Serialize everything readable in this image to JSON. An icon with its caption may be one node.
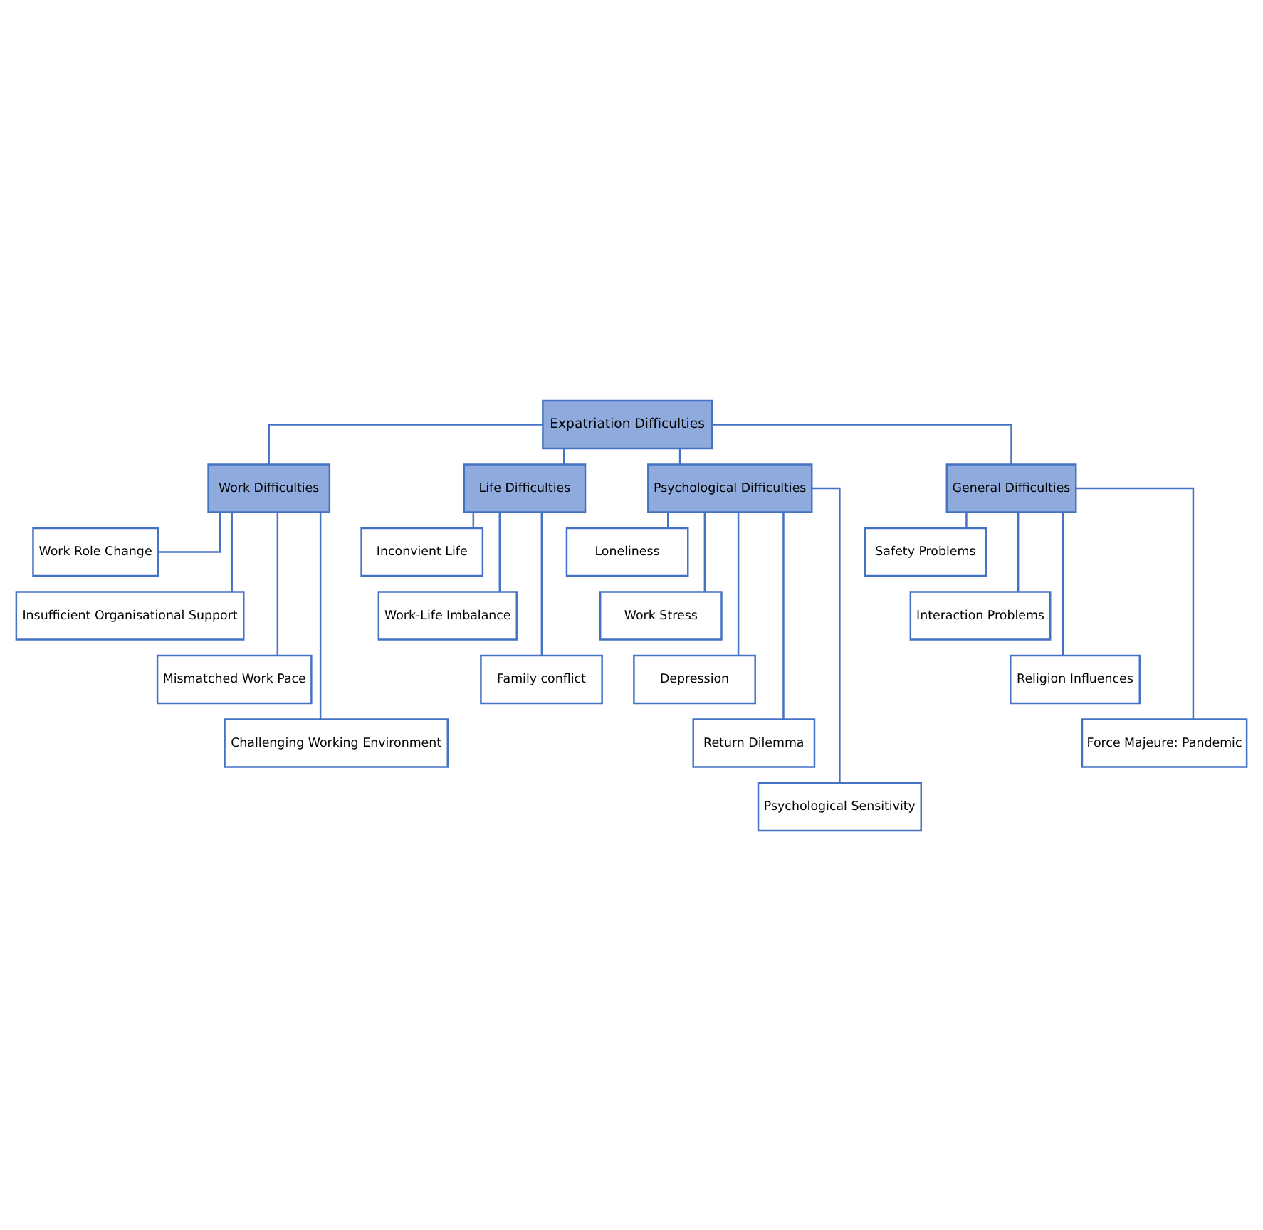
{
  "diagram": {
    "nodes": [
      {
        "text": [
          "Expatriation Difficulties"
        ]
      },
      {
        "text": [
          "Work Difficulties"
        ]
      },
      {
        "text": [
          "Life Difficulties"
        ]
      },
      {
        "text": [
          "Psychological Difficulties"
        ]
      },
      {
        "text": [
          "General Difficulties"
        ]
      },
      {
        "text": [
          "Work Role Change"
        ]
      },
      {
        "text": [
          "Insufficient Organisational Support"
        ]
      },
      {
        "text": [
          "Mismatched Work Pace"
        ]
      },
      {
        "text": [
          "Challenging Working Environment"
        ]
      },
      {
        "text": [
          "Inconvient Life"
        ]
      },
      {
        "text": [
          "Work-Life Imbalance"
        ]
      },
      {
        "text": [
          "Family conflict"
        ]
      },
      {
        "text": [
          "Loneliness"
        ]
      },
      {
        "text": [
          "Work Stress"
        ]
      },
      {
        "text": [
          "Depression"
        ]
      },
      {
        "text": [
          "Return Dilemma"
        ]
      },
      {
        "text": [
          "Psychological Sensitivity"
        ]
      },
      {
        "text": [
          "Safety Problems"
        ]
      },
      {
        "text": [
          "Interaction Problems"
        ]
      },
      {
        "text": [
          "Religion Influences"
        ]
      },
      {
        "text": [
          "Force Majeure: Pandemic"
        ]
      }
    ],
    "edges": [
      {
        "from": 0,
        "to": 1,
        "arrow": "none"
      },
      {
        "from": 0,
        "to": 2,
        "arrow": "none"
      },
      {
        "from": 0,
        "to": 3,
        "arrow": "none"
      },
      {
        "from": 0,
        "to": 4,
        "arrow": "none"
      },
      {
        "from": 1,
        "to": 5,
        "arrow": "none"
      },
      {
        "from": 1,
        "to": 6,
        "arrow": "none"
      },
      {
        "from": 1,
        "to": 7,
        "arrow": "none"
      },
      {
        "from": 1,
        "to": 8,
        "arrow": "none"
      },
      {
        "from": 2,
        "to": 9,
        "arrow": "none"
      },
      {
        "from": 2,
        "to": 10,
        "arrow": "none"
      },
      {
        "from": 2,
        "to": 11,
        "arrow": "none"
      },
      {
        "from": 3,
        "to": 12,
        "arrow": "none"
      },
      {
        "from": 3,
        "to": 13,
        "arrow": "none"
      },
      {
        "from": 3,
        "to": 14,
        "arrow": "none"
      },
      {
        "from": 3,
        "to": 15,
        "arrow": "none"
      },
      {
        "from": 3,
        "to": 16,
        "arrow": "none"
      },
      {
        "from": 4,
        "to": 17,
        "arrow": "none"
      },
      {
        "from": 4,
        "to": 18,
        "arrow": "none"
      },
      {
        "from": 4,
        "to": 19,
        "arrow": "none"
      },
      {
        "from": 4,
        "to": 20,
        "arrow": "none"
      }
    ]
  }
}
